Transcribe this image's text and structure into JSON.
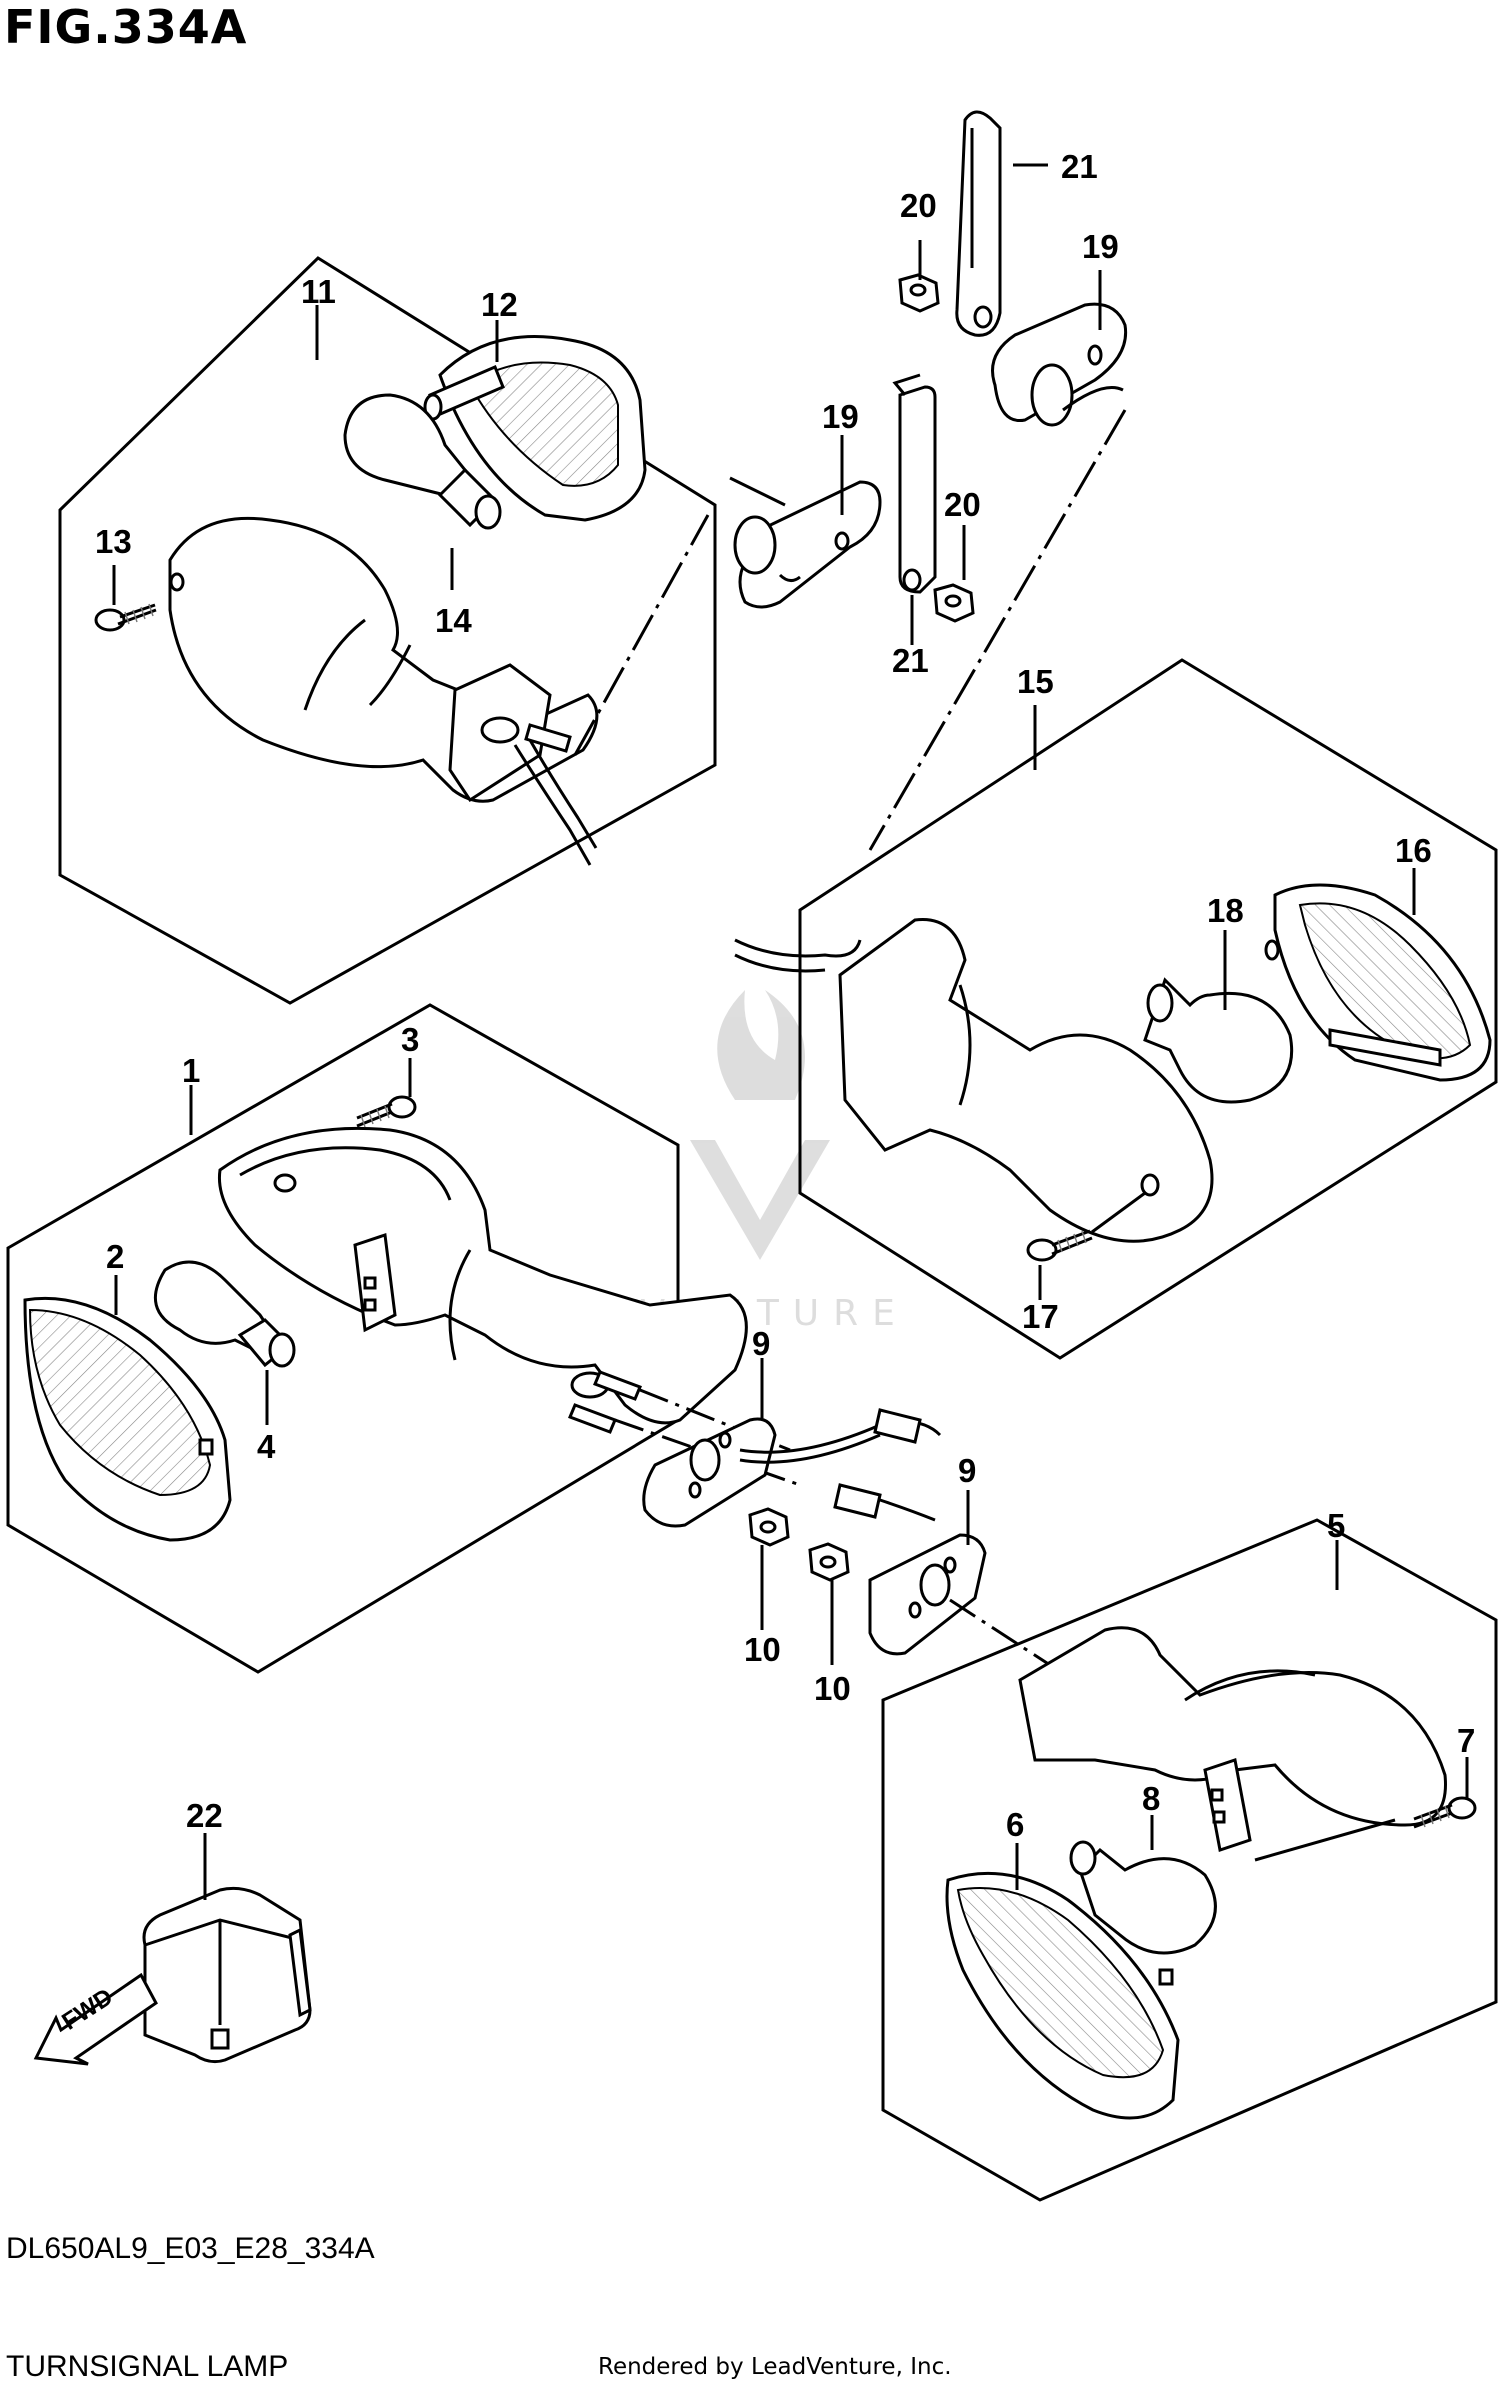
{
  "figure": {
    "title": "FIG.334A",
    "code": "DL650AL9_E03_E28_334A",
    "name": "TURNSIGNAL LAMP",
    "rendered_by": "Rendered by LeadVenture, Inc."
  },
  "watermark": {
    "text": "LEADVENTURE"
  },
  "fwd": {
    "label": "FWD"
  },
  "callouts": {
    "c1": "1",
    "c2": "2",
    "c3": "3",
    "c4": "4",
    "c5": "5",
    "c6": "6",
    "c7": "7",
    "c8": "8",
    "c9a": "9",
    "c9b": "9",
    "c10a": "10",
    "c10b": "10",
    "c11": "11",
    "c12": "12",
    "c13": "13",
    "c14": "14",
    "c15": "15",
    "c16": "16",
    "c17": "17",
    "c18": "18",
    "c19a": "19",
    "c19b": "19",
    "c20a": "20",
    "c20b": "20",
    "c21a": "21",
    "c21b": "21",
    "c22": "22"
  }
}
